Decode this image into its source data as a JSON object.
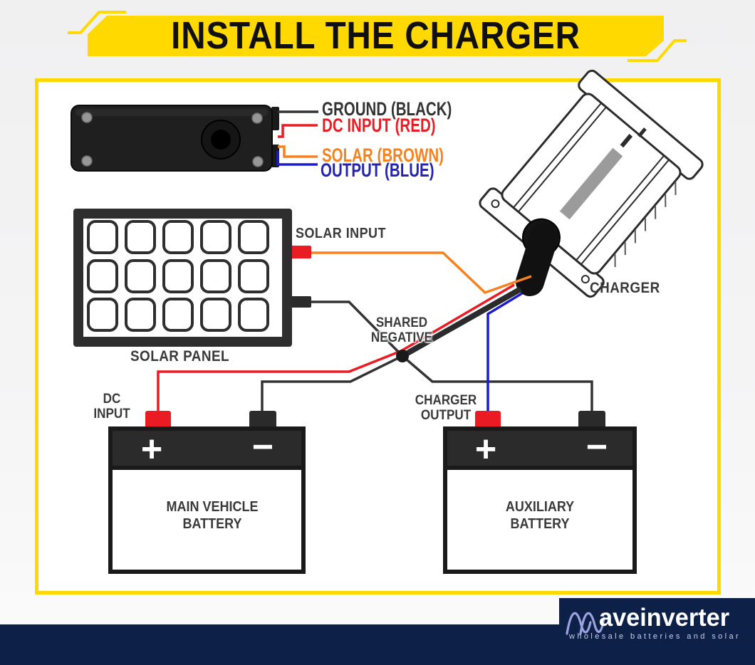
{
  "title": {
    "text": "INSTALL THE CHARGER"
  },
  "legend": {
    "items": [
      {
        "id": "ground",
        "label": "GROUND (BLACK)",
        "color": "#333333"
      },
      {
        "id": "dc-input",
        "label": "DC INPUT (RED)",
        "color": "#eb1b23"
      },
      {
        "id": "solar",
        "label": "SOLAR (BROWN)",
        "color": "#f5821f"
      },
      {
        "id": "output",
        "label": "OUTPUT (BLUE)",
        "color": "#2424b4"
      }
    ]
  },
  "diagram": {
    "solar_input_label": "SOLAR INPUT",
    "solar_panel_label": "SOLAR PANEL",
    "charger_label": "CHARGER",
    "shared_negative": {
      "line1": "SHARED",
      "line2": "NEGATIVE"
    },
    "dc_input": {
      "line1": "DC",
      "line2": "INPUT"
    },
    "charger_output": {
      "line1": "CHARGER",
      "line2": "OUTPUT"
    },
    "main_battery": {
      "line1": "MAIN VEHICLE",
      "line2": "BATTERY",
      "plus": "+",
      "minus": "−"
    },
    "aux_battery": {
      "line1": "AUXILIARY",
      "line2": "BATTERY",
      "plus": "+",
      "minus": "−"
    }
  },
  "footer": {
    "brand": "aveinverter",
    "tagline": "wholesale batteries and solar"
  },
  "colors": {
    "accent_yellow": "#ffd900",
    "wire_red": "#eb1b23",
    "wire_orange": "#f5821f",
    "wire_blue": "#1c1cce",
    "wire_black": "#333333",
    "battery_dark": "#2b2b2b",
    "footer_navy": "#0d2047"
  }
}
